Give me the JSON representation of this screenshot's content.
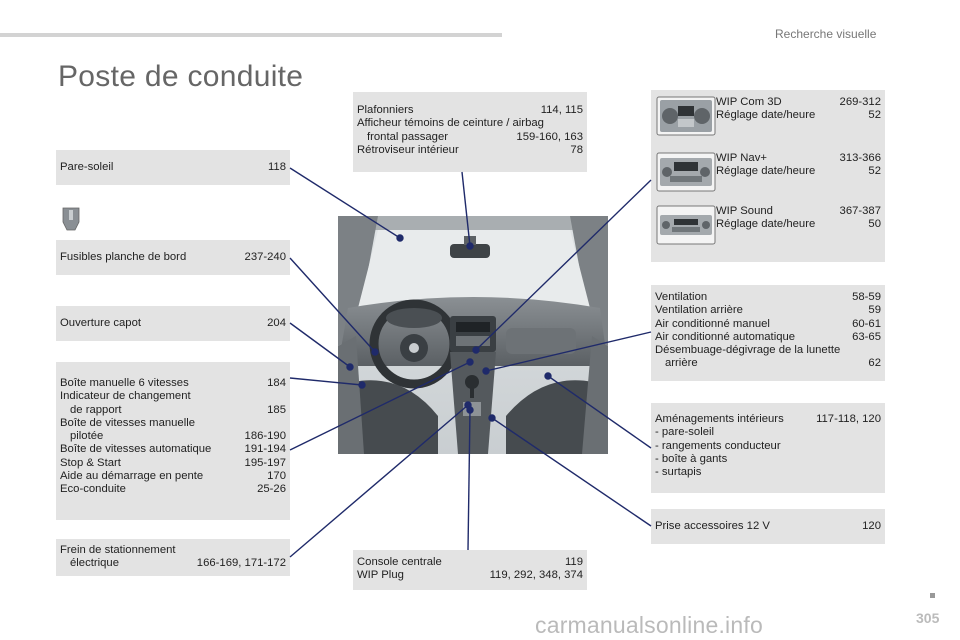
{
  "header": {
    "section_title": "Recherche visuelle"
  },
  "page_title": "Poste de conduite",
  "boxes": {
    "plafonniers": [
      {
        "label": "Plafonniers",
        "page": "114, 115"
      },
      {
        "label": "Afficheur témoins de ceinture / airbag",
        "page": ""
      },
      {
        "label": "frontal passager",
        "page": "159-160, 163",
        "indent": true
      },
      {
        "label": "Rétroviseur intérieur",
        "page": "78"
      }
    ],
    "pare_soleil": [
      {
        "label": "Pare-soleil",
        "page": "118"
      }
    ],
    "fusibles": [
      {
        "label": "Fusibles planche de bord",
        "page": "237-240"
      }
    ],
    "capot": [
      {
        "label": "Ouverture capot",
        "page": "204"
      }
    ],
    "boite": [
      {
        "label": "Boîte manuelle 6 vitesses",
        "page": "184"
      },
      {
        "label": "Indicateur de changement",
        "page": ""
      },
      {
        "label": "de rapport",
        "page": "185",
        "indent": true
      },
      {
        "label": "Boîte de vitesses manuelle",
        "page": ""
      },
      {
        "label": "pilotée",
        "page": "186-190",
        "indent": true
      },
      {
        "label": "Boîte de vitesses automatique",
        "page": "191-194"
      },
      {
        "label": "Stop & Start",
        "page": "195-197"
      },
      {
        "label": "Aide au démarrage en pente",
        "page": "170"
      },
      {
        "label": "Eco-conduite",
        "page": "25-26"
      }
    ],
    "frein": [
      {
        "label": "Frein de stationnement",
        "page": ""
      },
      {
        "label": "électrique",
        "page": "166-169, 171-172",
        "indent": true
      }
    ],
    "console": [
      {
        "label": "Console centrale",
        "page": "119"
      },
      {
        "label": "WIP Plug",
        "page": "119, 292, 348, 374"
      }
    ],
    "wip": [
      [
        {
          "label": "WIP Com 3D",
          "page": "269-312"
        },
        {
          "label": "Réglage date/heure",
          "page": "52"
        }
      ],
      [
        {
          "label": "WIP Nav+",
          "page": "313-366"
        },
        {
          "label": "Réglage date/heure",
          "page": "52"
        }
      ],
      [
        {
          "label": "WIP Sound",
          "page": "367-387"
        },
        {
          "label": "Réglage date/heure",
          "page": "50"
        }
      ]
    ],
    "ventilation": [
      {
        "label": "Ventilation",
        "page": "58-59"
      },
      {
        "label": "Ventilation arrière",
        "page": "59"
      },
      {
        "label": "Air conditionné manuel",
        "page": "60-61"
      },
      {
        "label": "Air conditionné automatique",
        "page": "63-65"
      },
      {
        "label": "Désembuage-dégivrage de la lunette",
        "page": ""
      },
      {
        "label": "arrière",
        "page": "62",
        "indent": true
      }
    ],
    "amenagements": [
      {
        "label": "Aménagements intérieurs",
        "page": "117-118, 120"
      },
      {
        "label": "-  pare-soleil",
        "page": ""
      },
      {
        "label": "-  rangements conducteur",
        "page": ""
      },
      {
        "label": "-  boîte à gants",
        "page": ""
      },
      {
        "label": "-  surtapis",
        "page": ""
      }
    ],
    "prise": [
      {
        "label": "Prise accessoires 12 V",
        "page": "120"
      }
    ]
  },
  "page_number": "305",
  "watermark": "carmanualsonline.info"
}
